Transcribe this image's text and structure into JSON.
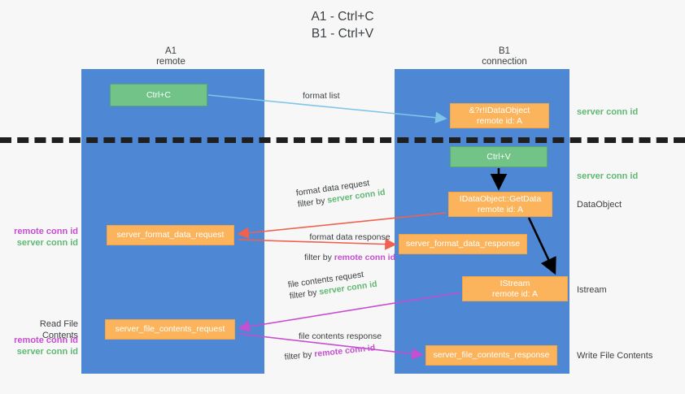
{
  "title": "A1 - Ctrl+C\nB1 - Ctrl+V",
  "lanes": {
    "left": {
      "name": "A1",
      "role": "remote",
      "header": "A1\nremote"
    },
    "right": {
      "name": "B1",
      "role": "connection",
      "header": "B1\nconnection"
    }
  },
  "colors": {
    "lane": "#4e87d4",
    "green_box": "#71c387",
    "orange_box": "#fbb45c",
    "server_conn_id": "#5fb874",
    "remote_conn_id": "#c64ed0",
    "format_list_arrow": "#7ec5e8",
    "format_data_arrow": "#f0614f",
    "file_contents_arrow": "#c64ed0",
    "black_arrow": "#000000",
    "separator": "#1f1f1f",
    "background": "#f7f7f7"
  },
  "boxes": {
    "ctrl_c": "Ctrl+C",
    "idataobject": "&?r!IDataObject\nremote id: A",
    "ctrl_v": "Ctrl+V",
    "getdata": "IDataObject::GetData\nremote id: A",
    "format_data_request": "server_format_data_request",
    "format_data_response": "server_format_data_response",
    "istream": "IStream\nremote id: A",
    "file_contents_request": "server_file_contents_request",
    "file_contents_response": "server_file_contents_response"
  },
  "edge_labels": {
    "format_list": "format list",
    "format_data_request": "format data request",
    "format_data_request_filter_prefix": "filter by ",
    "format_data_request_filter_value": "server conn id",
    "format_data_response": "format data response",
    "format_data_response_filter_prefix": "filter by ",
    "format_data_response_filter_value": "remote conn id",
    "file_contents_request": "file contents request",
    "file_contents_request_filter_prefix": "filter by ",
    "file_contents_request_filter_value": "server conn id",
    "file_contents_response": "file contents response",
    "file_contents_response_filter_prefix": "filter by ",
    "file_contents_response_filter_value": "remote conn id"
  },
  "right_annotations": {
    "server_conn_id_top": "server conn id",
    "server_conn_id_mid": "server conn id",
    "dataobject": "DataObject",
    "istream": "Istream",
    "write_file_contents": "Write File Contents"
  },
  "left_annotations": {
    "remote_conn_id_1": "remote conn id",
    "server_conn_id_1": "server conn id",
    "read_file_contents": "Read File Contents",
    "remote_conn_id_2": "remote conn id",
    "server_conn_id_2": "server conn id"
  }
}
